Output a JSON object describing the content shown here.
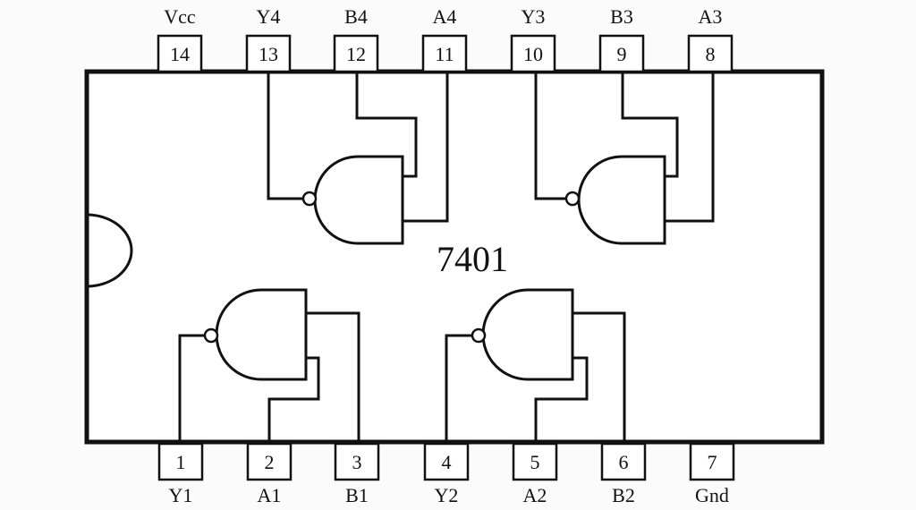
{
  "chip": {
    "part_number": "7401"
  },
  "pins": {
    "p1": {
      "number": "1",
      "label": "Y1"
    },
    "p2": {
      "number": "2",
      "label": "A1"
    },
    "p3": {
      "number": "3",
      "label": "B1"
    },
    "p4": {
      "number": "4",
      "label": "Y2"
    },
    "p5": {
      "number": "5",
      "label": "A2"
    },
    "p6": {
      "number": "6",
      "label": "B2"
    },
    "p7": {
      "number": "7",
      "label": "Gnd"
    },
    "p8": {
      "number": "8",
      "label": "A3"
    },
    "p9": {
      "number": "9",
      "label": "B3"
    },
    "p10": {
      "number": "10",
      "label": "Y3"
    },
    "p11": {
      "number": "11",
      "label": "A4"
    },
    "p12": {
      "number": "12",
      "label": "B4"
    },
    "p13": {
      "number": "13",
      "label": "Y4"
    },
    "p14": {
      "number": "14",
      "label": "Vcc"
    }
  },
  "gates": [
    "gate-1",
    "gate-2",
    "gate-3",
    "gate-4"
  ]
}
